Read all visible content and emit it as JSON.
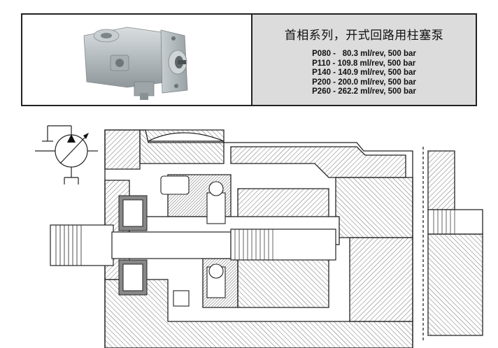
{
  "header": {
    "title": "首相系列，开式回路用柱塞泵",
    "specs": [
      "P080 -   80.3 ml/rev, 500 bar",
      "P110 - 109.8 ml/rev, 500 bar",
      "P140 - 140.9 ml/rev, 500 bar",
      "P200 - 200.0 ml/rev, 500 bar",
      "P260 - 262.2 ml/rev, 500 bar"
    ]
  },
  "icons": {
    "product_photo": "piston-pump-photo-icon",
    "hydraulic_symbol": "variable-displacement-pump-symbol-icon",
    "cross_section": "pump-cross-section-drawing-icon"
  },
  "colors": {
    "spec_background": "#dcdcdc",
    "line": "#222222",
    "pump_body": "#b9bfc2"
  }
}
